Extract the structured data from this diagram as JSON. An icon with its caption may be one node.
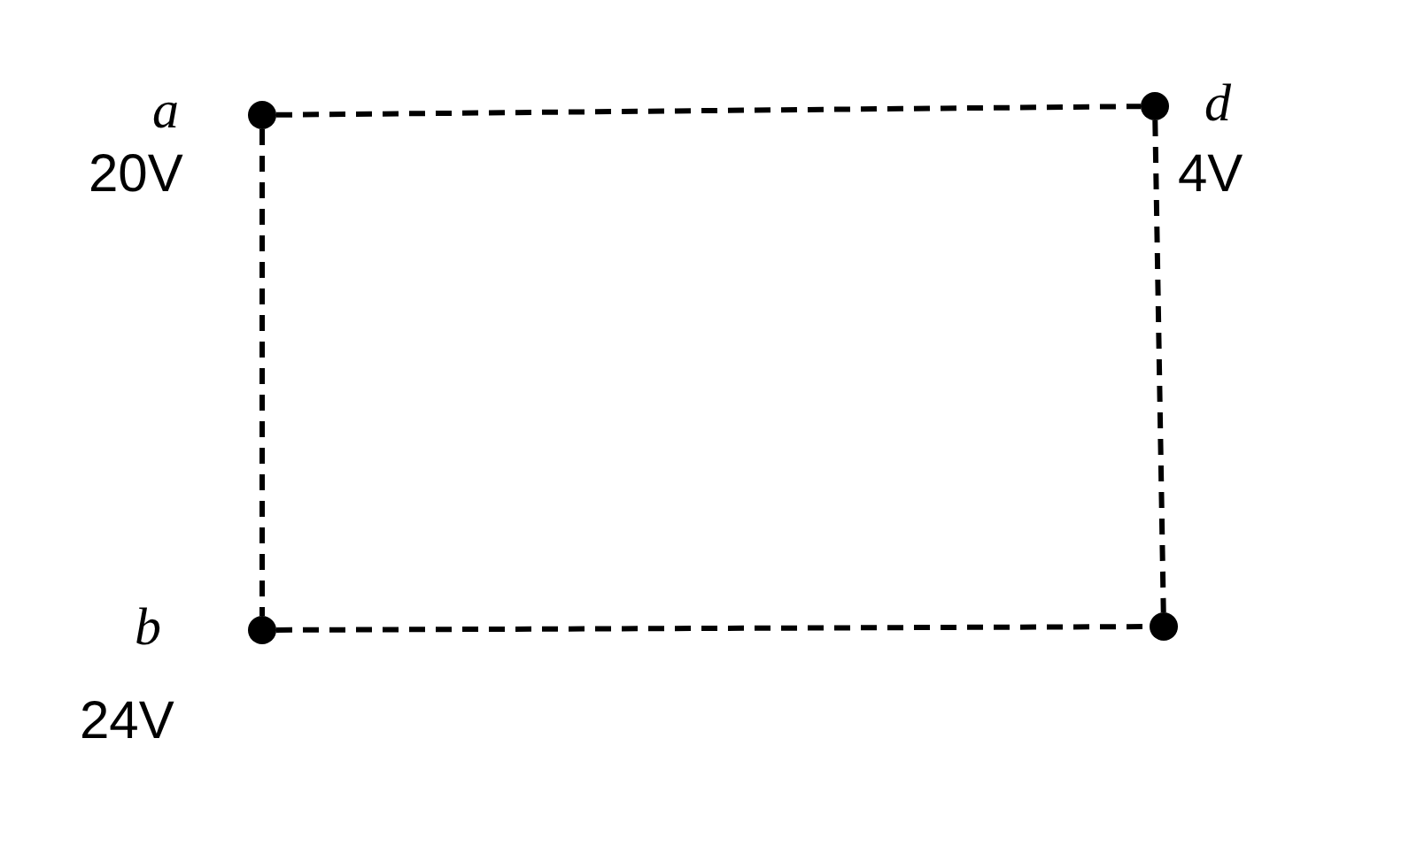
{
  "diagram": {
    "nodes": [
      {
        "text": [],
        "shape": "circle",
        "beside": [
          "a",
          "20V"
        ]
      },
      {
        "text": [],
        "shape": "circle",
        "beside": [
          "d",
          "4V"
        ]
      },
      {
        "text": [],
        "shape": "circle",
        "beside": [
          "b",
          "24V"
        ]
      },
      {
        "text": [],
        "shape": "circle"
      }
    ],
    "edges": [
      {
        "from": 0,
        "to": 1,
        "arrow": "none",
        "style": "dashed"
      },
      {
        "from": 0,
        "to": 2,
        "arrow": "none",
        "style": "dashed"
      },
      {
        "from": 2,
        "to": 3,
        "arrow": "none",
        "style": "dashed"
      },
      {
        "from": 1,
        "to": 3,
        "arrow": "none",
        "style": "dashed"
      }
    ]
  }
}
